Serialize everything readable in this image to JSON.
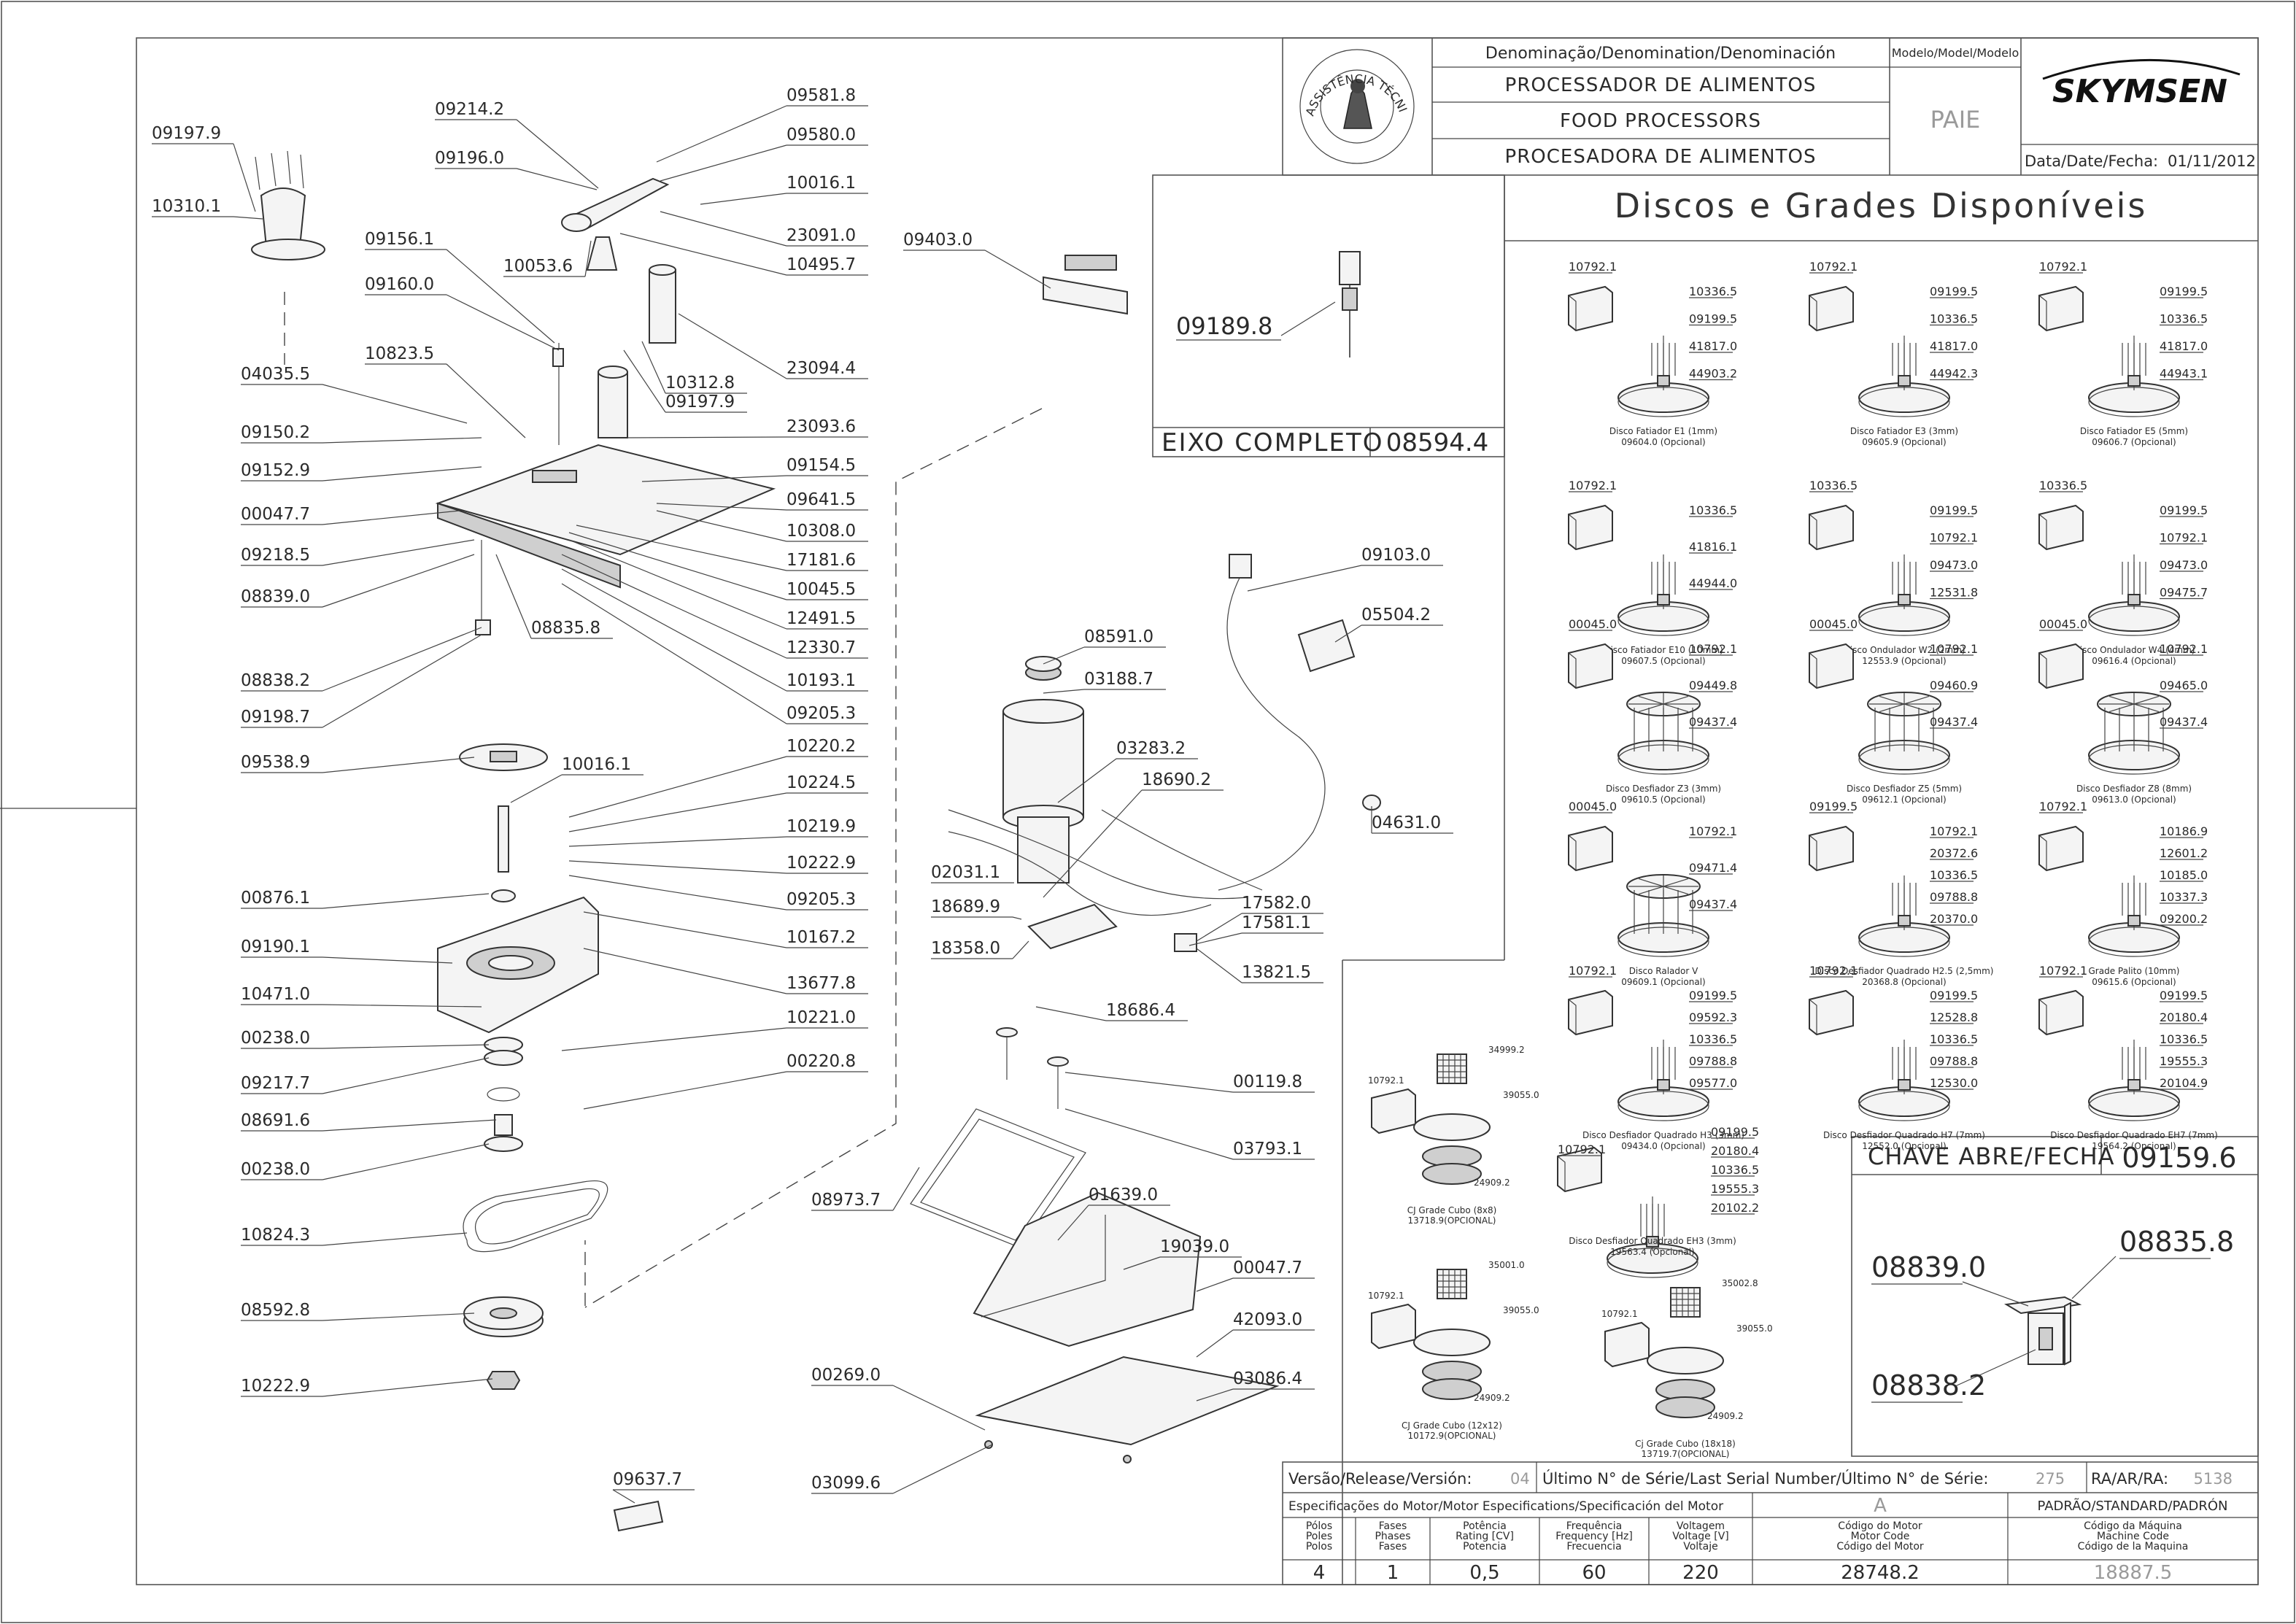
{
  "title_block": {
    "denomination_label": "Denominação/Denomination/Denominación",
    "model_label": "Modelo/Model/Modelo",
    "name_pt": "PROCESSADOR DE ALIMENTOS",
    "name_en": "FOOD PROCESSORS",
    "name_es": "PROCESADORA DE ALIMENTOS",
    "model": "PAIE",
    "brand": "SKYMSEN",
    "seal_text": "ASSISTÊNCIA TÉCNICA AUTORIZADA",
    "date_label": "Data/Date/Fecha:",
    "date": "01/11/2012"
  },
  "discs_title": "Discos e Grades Disponíveis",
  "eixo": {
    "label": "EIXO COMPLETO",
    "code": "08594.4",
    "part": "09189.8"
  },
  "chave": {
    "label": "CHAVE ABRE/FECHA",
    "code": "09159.6",
    "parts": [
      "08839.0",
      "08835.8",
      "08838.2"
    ]
  },
  "exploded_labels": [
    "09197.9",
    "10310.1",
    "09214.2",
    "09196.0",
    "09581.8",
    "09580.0",
    "10016.1",
    "23091.0",
    "10495.7",
    "10053.6",
    "09156.1",
    "09160.0",
    "10823.5",
    "10312.8",
    "09197.9",
    "23094.4",
    "04035.5",
    "09150.2",
    "23093.6",
    "09152.9",
    "09154.5",
    "00047.7",
    "09641.5",
    "09218.5",
    "10308.0",
    "17181.6",
    "08839.0",
    "10045.5",
    "08835.8",
    "12491.5",
    "12330.7",
    "08838.2",
    "10193.1",
    "09198.7",
    "09205.3",
    "09538.9",
    "10016.1",
    "10220.2",
    "10224.5",
    "10219.9",
    "10222.9",
    "00876.1",
    "09205.3",
    "10167.2",
    "09190.1",
    "13677.8",
    "10471.0",
    "10221.0",
    "00238.0",
    "00220.8",
    "09217.7",
    "08691.6",
    "00238.0",
    "10824.3",
    "08592.8",
    "10222.9",
    "09637.7",
    "09403.0",
    "08591.0",
    "03188.7",
    "03283.2",
    "18690.2",
    "02031.1",
    "18689.9",
    "18358.0",
    "09103.0",
    "05504.2",
    "04631.0",
    "17582.0",
    "17581.1",
    "13821.5",
    "18686.4",
    "00119.8",
    "03793.1",
    "08973.7",
    "01639.0",
    "19039.0",
    "00047.7",
    "42093.0",
    "00269.0",
    "03086.4",
    "03099.6"
  ],
  "discs": [
    {
      "name": "Disco Fatiador E1 (1mm)",
      "code": "09604.0 (Opcional)",
      "parts": [
        "10792.1",
        "10336.5",
        "09199.5",
        "41817.0",
        "44903.2"
      ]
    },
    {
      "name": "Disco Fatiador E3 (3mm)",
      "code": "09605.9 (Opcional)",
      "parts": [
        "10792.1",
        "09199.5",
        "10336.5",
        "41817.0",
        "44942.3"
      ]
    },
    {
      "name": "Disco Fatiador E5 (5mm)",
      "code": "09606.7 (Opcional)",
      "parts": [
        "10792.1",
        "09199.5",
        "10336.5",
        "41817.0",
        "44943.1"
      ]
    },
    {
      "name": "Disco Fatiador E10 (10mm)",
      "code": "09607.5 (Opcional)",
      "parts": [
        "10792.1",
        "10336.5",
        "41816.1",
        "44944.0"
      ]
    },
    {
      "name": "Disco Ondulador W2 (2mm)",
      "code": "12553.9 (Opcional)",
      "parts": [
        "10336.5",
        "09199.5",
        "10792.1",
        "09473.0",
        "12531.8"
      ]
    },
    {
      "name": "Disco Ondulador W4 (4mm)",
      "code": "09616.4 (Opcional)",
      "parts": [
        "10336.5",
        "09199.5",
        "10792.1",
        "09473.0",
        "09475.7"
      ]
    },
    {
      "name": "Disco Desfiador Z3 (3mm)",
      "code": "09610.5 (Opcional)",
      "parts": [
        "00045.0",
        "10792.1",
        "09449.8",
        "09437.4"
      ]
    },
    {
      "name": "Disco Desfiador Z5 (5mm)",
      "code": "09612.1 (Opcional)",
      "parts": [
        "00045.0",
        "10792.1",
        "09460.9",
        "09437.4"
      ]
    },
    {
      "name": "Disco Desfiador Z8 (8mm)",
      "code": "09613.0 (Opcional)",
      "parts": [
        "00045.0",
        "10792.1",
        "09465.0",
        "09437.4"
      ]
    },
    {
      "name": "Disco Ralador V",
      "code": "09609.1 (Opcional)",
      "parts": [
        "00045.0",
        "10792.1",
        "09471.4",
        "09437.4"
      ]
    },
    {
      "name": "Disco Desfiador Quadrado H2.5 (2,5mm)",
      "code": "20368.8 (Opcional)",
      "parts": [
        "09199.5",
        "10792.1",
        "20372.6",
        "10336.5",
        "09788.8",
        "20370.0"
      ]
    },
    {
      "name": "Grade Palito (10mm)",
      "code": "09615.6 (Opcional)",
      "parts": [
        "10792.1",
        "10186.9",
        "12601.2",
        "10185.0",
        "10337.3",
        "09200.2"
      ]
    },
    {
      "name": "Disco Desfiador Quadrado H3 (3mm)",
      "code": "09434.0 (Opcional)",
      "parts": [
        "10792.1",
        "09199.5",
        "09592.3",
        "10336.5",
        "09788.8",
        "09577.0"
      ]
    },
    {
      "name": "Disco Desfiador Quadrado H7 (7mm)",
      "code": "12552.0 (Opcional)",
      "parts": [
        "10792.1",
        "09199.5",
        "12528.8",
        "10336.5",
        "09788.8",
        "12530.0"
      ]
    },
    {
      "name": "Disco Desfiador Quadrado EH7 (7mm)",
      "code": "19564.2 (Opcional)",
      "parts": [
        "10792.1",
        "09199.5",
        "20180.4",
        "10336.5",
        "19555.3",
        "20104.9"
      ]
    },
    {
      "name": "Disco Desfiador Quadrado EH3 (3mm)",
      "code": "19563.4 (Opcional)",
      "parts": [
        "10792.1",
        "09199.5",
        "20180.4",
        "10336.5",
        "19555.3",
        "20102.2"
      ]
    }
  ],
  "grades": [
    {
      "name": "CJ Grade Cubo (8x8)",
      "code": "13718.9(OPCIONAL)",
      "parts": [
        "34999.2",
        "10792.1",
        "39055.0",
        "24909.2"
      ]
    },
    {
      "name": "CJ Grade Cubo (12x12)",
      "code": "10172.9(OPCIONAL)",
      "parts": [
        "35001.0",
        "10792.1",
        "39055.0",
        "24909.2"
      ]
    },
    {
      "name": "Cj Grade Cubo (18x18)",
      "code": "13719.7(OPCIONAL)",
      "parts": [
        "35002.8",
        "10792.1",
        "39055.0",
        "24909.2"
      ]
    }
  ],
  "footer": {
    "version_label": "Versão/Release/Versión:",
    "version": "04",
    "serial_label": "Último N° de Série/Last Serial Number/Último N° de Série:",
    "serial": "275",
    "ra_label": "RA/AR/RA:",
    "ra": "5138",
    "motor_spec_label": "Especificações do Motor/Motor Especifications/Specificación del Motor",
    "motor_letter": "A",
    "standard_label": "PADRÃO/STANDARD/PADRÓN",
    "columns": [
      {
        "h": [
          "Pólos",
          "Poles",
          "Polos"
        ],
        "v": "4"
      },
      {
        "h": [
          "Fases",
          "Phases",
          "Fases"
        ],
        "v": "1"
      },
      {
        "h": [
          "Potência",
          "Rating [CV]",
          "Potencia"
        ],
        "v": "0,5"
      },
      {
        "h": [
          "Frequência",
          "Frequency [Hz]",
          "Frecuencia"
        ],
        "v": "60"
      },
      {
        "h": [
          "Voltagem",
          "Voltage [V]",
          "Voltaje"
        ],
        "v": "220"
      },
      {
        "h": [
          "Código do Motor",
          "Motor Code",
          "Código del Motor"
        ],
        "v": "28748.2"
      },
      {
        "h": [
          "Código da Máquina",
          "Machine Code",
          "Código de la Maquina"
        ],
        "v": "18887.5"
      }
    ]
  }
}
